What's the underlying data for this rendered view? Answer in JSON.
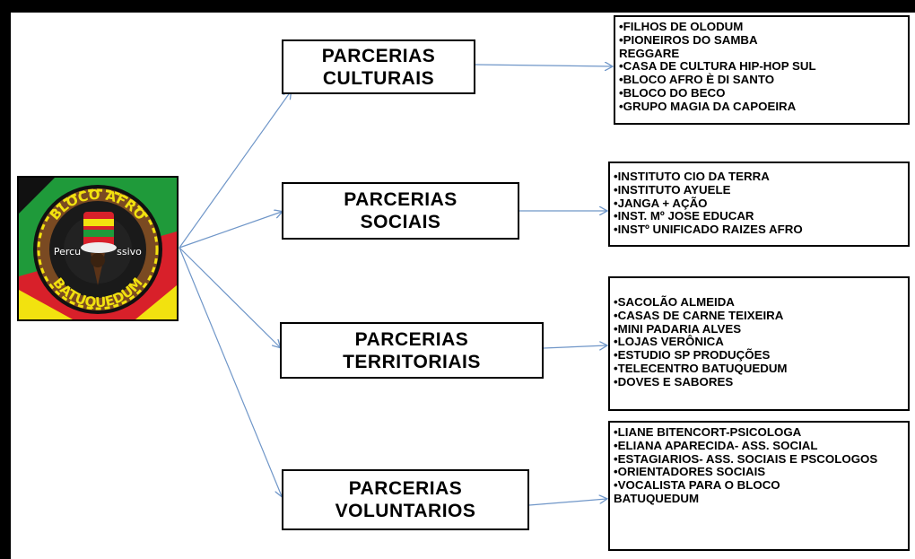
{
  "logo": {
    "arc_top": "BLOCO AFRO",
    "left_word": "Percu",
    "right_word": "ssivo",
    "arc_bottom": "BATUQUEDUM",
    "colors": {
      "green": "#1f9a3a",
      "yellow": "#f2e20f",
      "red": "#d8202a",
      "brown": "#7a4a22",
      "black": "#111111"
    }
  },
  "categories": [
    {
      "label": "PARCERIAS\nCULTURAIS"
    },
    {
      "label": "PARCERIAS\nSOCIAIS"
    },
    {
      "label": "PARCERIAS\nTERRITORIAIS"
    },
    {
      "label": "PARCERIAS\nVOLUNTARIOS"
    }
  ],
  "partners": [
    {
      "items": [
        "•FILHOS DE OLODUM",
        "•PIONEIROS DO SAMBA",
        "REGGARE",
        "•CASA DE CULTURA HIP-HOP SUL",
        "•BLOCO AFRO È DI SANTO",
        "•BLOCO DO BECO",
        "•GRUPO MAGIA DA CAPOEIRA"
      ]
    },
    {
      "items": [
        "•INSTITUTO CIO DA TERRA",
        "•INSTITUTO AYUELE",
        "•JANGA + AÇÃO",
        "•INST. Mº JOSE EDUCAR",
        "•INSTº UNIFICADO RAIZES AFRO"
      ]
    },
    {
      "items": [
        "•SACOLÃO ALMEIDA",
        "•CASAS DE CARNE TEIXEIRA",
        "•MINI PADARIA ALVES",
        "•LOJAS VERÔNICA",
        "•ESTUDIO SP PRODUÇÕES",
        "•TELECENTRO BATUQUEDUM",
        "•DOVES E SABORES"
      ]
    },
    {
      "items": [
        "•LIANE BITENCORT-PSICOLOGA",
        "•ELIANA APARECIDA- ASS. SOCIAL",
        "•ESTAGIARIOS- ASS. SOCIAIS E PSCOLOGOS",
        "•ORIENTADORES SOCIAIS",
        "•VOCALISTA PARA O BLOCO BATUQUEDUM"
      ]
    }
  ],
  "arrow_color": "#6f96c8"
}
